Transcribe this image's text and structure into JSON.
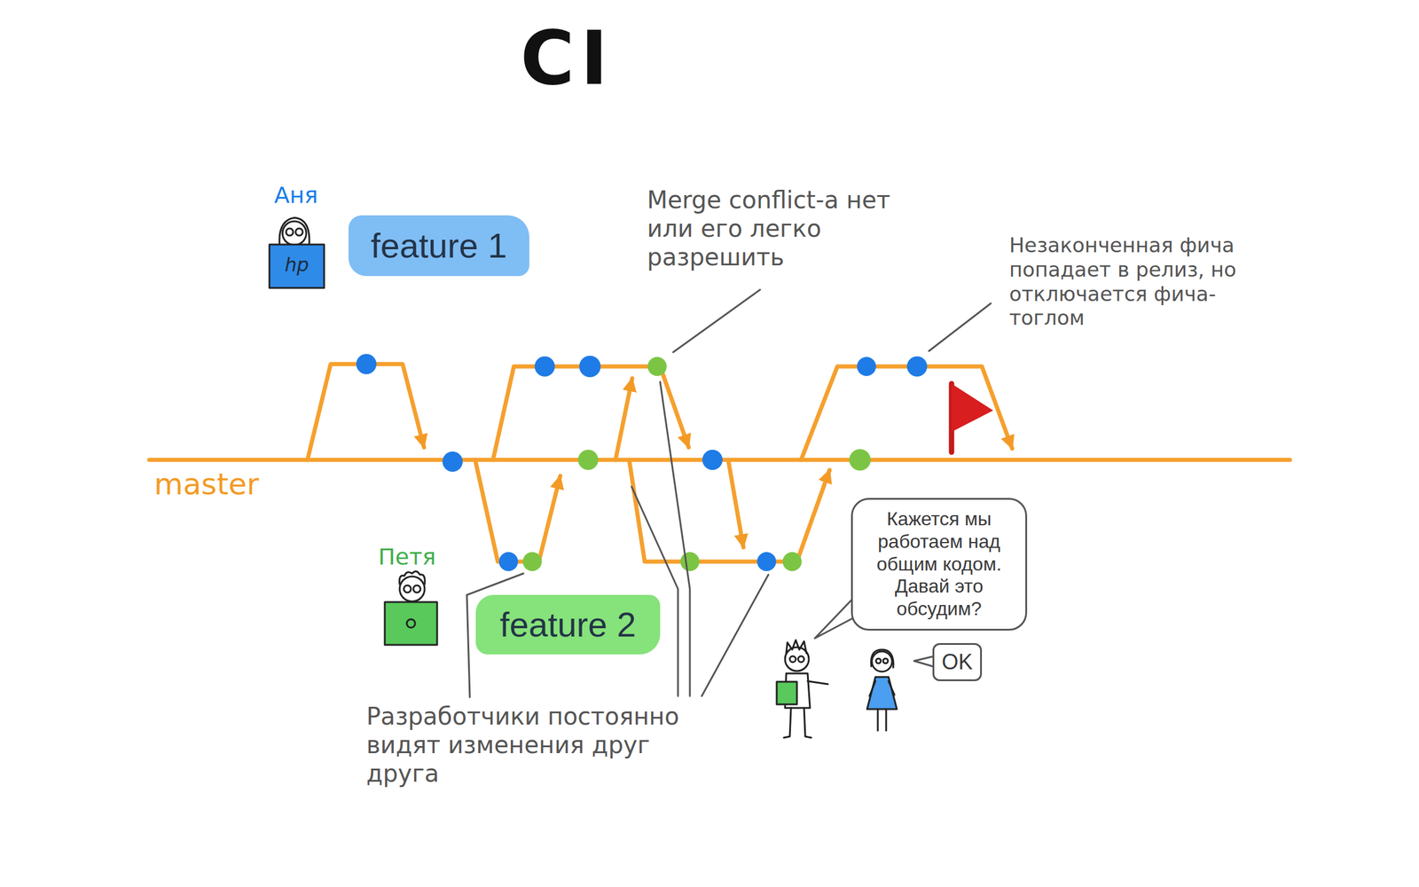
{
  "diagram": {
    "title": "CI",
    "nodes": [
      {
        "text": [
          "feature 1"
        ]
      },
      {
        "text": [
          "Кажется мы работаем над общим кодом. Давай это обсудим?"
        ]
      },
      {
        "text": [
          "feature 2"
        ]
      },
      {
        "text": [
          "OK"
        ]
      }
    ],
    "labels": [
      "Аня",
      "hp",
      "master",
      "Merge conflict-а нет или его легко разрешить",
      "Незаконченная фича попадает в релиз, но отключается фича-тоглом",
      "Петя",
      "Разработчики постоянно видят изменения друг друга"
    ]
  }
}
